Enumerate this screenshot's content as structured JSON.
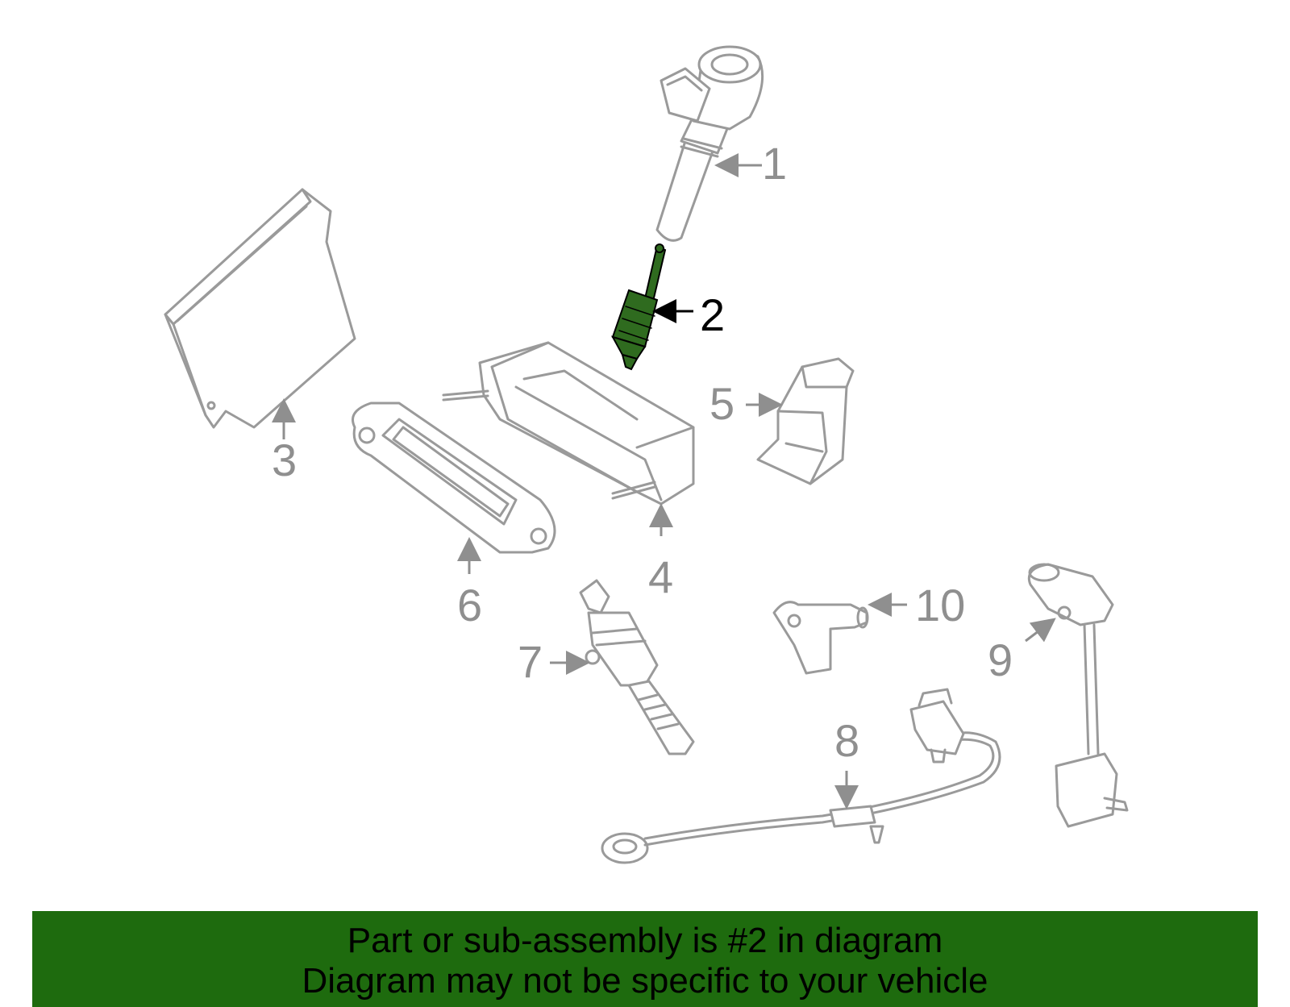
{
  "diagram": {
    "callouts": [
      "1",
      "2",
      "3",
      "4",
      "5",
      "6",
      "7",
      "8",
      "9",
      "10"
    ],
    "highlighted_part": "2",
    "highlight_color": "#2f6b1f"
  },
  "banner": {
    "line1": "Part or sub-assembly is #2 in diagram",
    "line2": "Diagram may not be specific to your vehicle",
    "background_color": "#1e6b0e"
  }
}
